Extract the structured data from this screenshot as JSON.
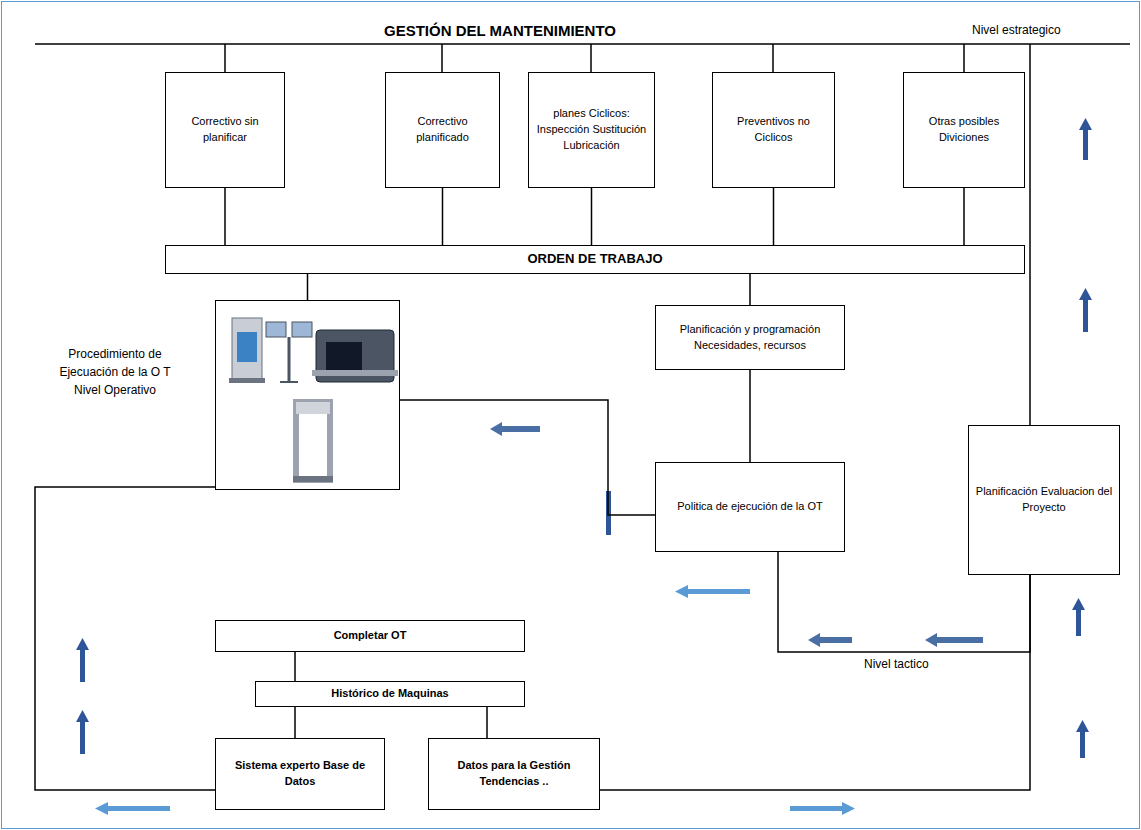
{
  "diagram": {
    "title": "GESTIÓN DEL MANTENIMIENTO",
    "nodes": [
      {
        "text": [
          "Correctivo sin planificar"
        ]
      },
      {
        "text": [
          "Correctivo planificado"
        ]
      },
      {
        "text": [
          "planes Ciclicos: Inspección Sustitución Lubricación"
        ]
      },
      {
        "text": [
          "Preventivos no Ciclicos"
        ]
      },
      {
        "text": [
          "Otras posibles Diviciones"
        ]
      },
      {
        "text": [
          "ORDEN DE TRABAJO"
        ]
      },
      {
        "text": [
          "Procedimiento de Ejecuación de la O T Nivel Operativo"
        ]
      },
      {
        "text": [
          "Planificación y programación Necesidades, recursos"
        ]
      },
      {
        "text": [
          "Politica de ejecución de la OT"
        ]
      },
      {
        "text": [
          "Planificación Evaluacion del Proyecto"
        ]
      },
      {
        "text": [
          "Completar OT"
        ]
      },
      {
        "text": [
          "Histórico de Maquinas"
        ]
      },
      {
        "text": [
          "Sistema experto Base de Datos"
        ]
      },
      {
        "text": [
          "Datos para la Gestión Tendencias .."
        ]
      }
    ],
    "edges": [
      {
        "from": 0,
        "to": 5,
        "arrow": "none"
      },
      {
        "from": 1,
        "to": 5,
        "arrow": "none"
      },
      {
        "from": 2,
        "to": 5,
        "arrow": "none"
      },
      {
        "from": 3,
        "to": 5,
        "arrow": "none"
      },
      {
        "from": 4,
        "to": 5,
        "arrow": "none"
      },
      {
        "from": 5,
        "to": 6,
        "arrow": "none"
      },
      {
        "from": 5,
        "to": 7,
        "arrow": "none"
      },
      {
        "from": 7,
        "to": 8,
        "arrow": "none"
      },
      {
        "from": 8,
        "to": 6,
        "arrow": "none"
      },
      {
        "from": 9,
        "to": 8,
        "arrow": "none"
      },
      {
        "from": 10,
        "to": 11,
        "arrow": "none"
      },
      {
        "from": 11,
        "to": 12,
        "arrow": "none"
      },
      {
        "from": 11,
        "to": 13,
        "arrow": "none"
      },
      {
        "from": 12,
        "to": 6,
        "arrow": "none"
      },
      {
        "from": 13,
        "to": 9,
        "arrow": "none"
      }
    ],
    "labels": [
      "Nivel estrategico",
      "Nivel tactico"
    ]
  }
}
